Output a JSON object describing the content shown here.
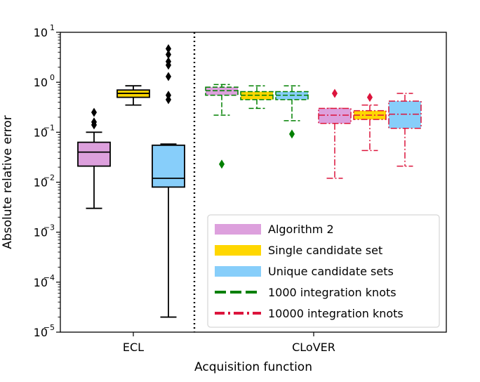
{
  "chart_data": {
    "type": "box",
    "title": "",
    "xlabel": "Acquisition function",
    "ylabel": "Absolute relative error",
    "yscale": "log",
    "ylim": [
      1e-05,
      10
    ],
    "y_ticks": [
      {
        "base": "10",
        "exp": "1",
        "value": 10
      },
      {
        "base": "10",
        "exp": "0",
        "value": 1
      },
      {
        "base": "10",
        "exp": "−1",
        "value": 0.1
      },
      {
        "base": "10",
        "exp": "−2",
        "value": 0.01
      },
      {
        "base": "10",
        "exp": "−3",
        "value": 0.001
      },
      {
        "base": "10",
        "exp": "−4",
        "value": 0.0001
      },
      {
        "base": "10",
        "exp": "−5",
        "value": 1e-05
      }
    ],
    "categories": [
      "ECL",
      "CLoVER"
    ],
    "grid": false,
    "legend_position": "lower-right",
    "legend": [
      {
        "label": "Algorithm 2",
        "kind": "patch",
        "color": "#DDA0DD"
      },
      {
        "label": "Single candidate set",
        "kind": "patch",
        "color": "#FFD700"
      },
      {
        "label": "Unique candidate sets",
        "kind": "patch",
        "color": "#87CEFA"
      },
      {
        "label": "1000 integration knots",
        "kind": "dashed",
        "color": "#008000"
      },
      {
        "label": "10000 integration knots",
        "kind": "dashdot",
        "color": "#DC143C"
      }
    ],
    "boxes": [
      {
        "group": "ECL",
        "method": "Algorithm 2",
        "knots": "",
        "fill": "#DDA0DD",
        "line": "#000000",
        "style": "solid",
        "whislo": 0.003,
        "q1": 0.021,
        "med": 0.04,
        "q3": 0.063,
        "whishi": 0.1,
        "fliers": [
          0.14,
          0.16,
          0.25
        ]
      },
      {
        "group": "ECL",
        "method": "Single candidate set",
        "knots": "",
        "fill": "#FFD700",
        "line": "#000000",
        "style": "solid",
        "whislo": 0.35,
        "q1": 0.5,
        "med": 0.6,
        "q3": 0.7,
        "whishi": 0.85,
        "fliers": []
      },
      {
        "group": "ECL",
        "method": "Unique candidate sets",
        "knots": "",
        "fill": "#87CEFA",
        "line": "#000000",
        "style": "solid",
        "whislo": 2e-05,
        "q1": 0.008,
        "med": 0.012,
        "q3": 0.055,
        "whishi": 0.058,
        "fliers": [
          0.45,
          0.55,
          1.3,
          2.2,
          2.6,
          3.6,
          4.7
        ]
      },
      {
        "group": "CLoVER",
        "method": "Algorithm 2",
        "knots": "1000 integration knots",
        "fill": "#DDA0DD",
        "line": "#008000",
        "style": "dashed",
        "whislo": 0.22,
        "q1": 0.55,
        "med": 0.68,
        "q3": 0.8,
        "whishi": 0.9,
        "fliers": [
          0.023
        ]
      },
      {
        "group": "CLoVER",
        "method": "Single candidate set",
        "knots": "1000 integration knots",
        "fill": "#FFD700",
        "line": "#008000",
        "style": "dashed",
        "whislo": 0.3,
        "q1": 0.45,
        "med": 0.55,
        "q3": 0.65,
        "whishi": 0.85,
        "fliers": []
      },
      {
        "group": "CLoVER",
        "method": "Unique candidate sets",
        "knots": "1000 integration knots",
        "fill": "#87CEFA",
        "line": "#008000",
        "style": "dashed",
        "whislo": 0.17,
        "q1": 0.45,
        "med": 0.55,
        "q3": 0.65,
        "whishi": 0.85,
        "fliers": [
          0.092
        ]
      },
      {
        "group": "CLoVER",
        "method": "Algorithm 2",
        "knots": "10000 integration knots",
        "fill": "#DDA0DD",
        "line": "#DC143C",
        "style": "dashdot",
        "whislo": 0.012,
        "q1": 0.15,
        "med": 0.22,
        "q3": 0.3,
        "whishi": 0.3,
        "fliers": [
          0.6
        ]
      },
      {
        "group": "CLoVER",
        "method": "Single candidate set",
        "knots": "10000 integration knots",
        "fill": "#FFD700",
        "line": "#DC143C",
        "style": "dashdot",
        "whislo": 0.043,
        "q1": 0.18,
        "med": 0.22,
        "q3": 0.27,
        "whishi": 0.35,
        "fliers": [
          0.5
        ]
      },
      {
        "group": "CLoVER",
        "method": "Unique candidate sets",
        "knots": "10000 integration knots",
        "fill": "#87CEFA",
        "line": "#DC143C",
        "style": "dashdot",
        "whislo": 0.021,
        "q1": 0.12,
        "med": 0.23,
        "q3": 0.42,
        "whishi": 0.6,
        "fliers": []
      }
    ]
  }
}
